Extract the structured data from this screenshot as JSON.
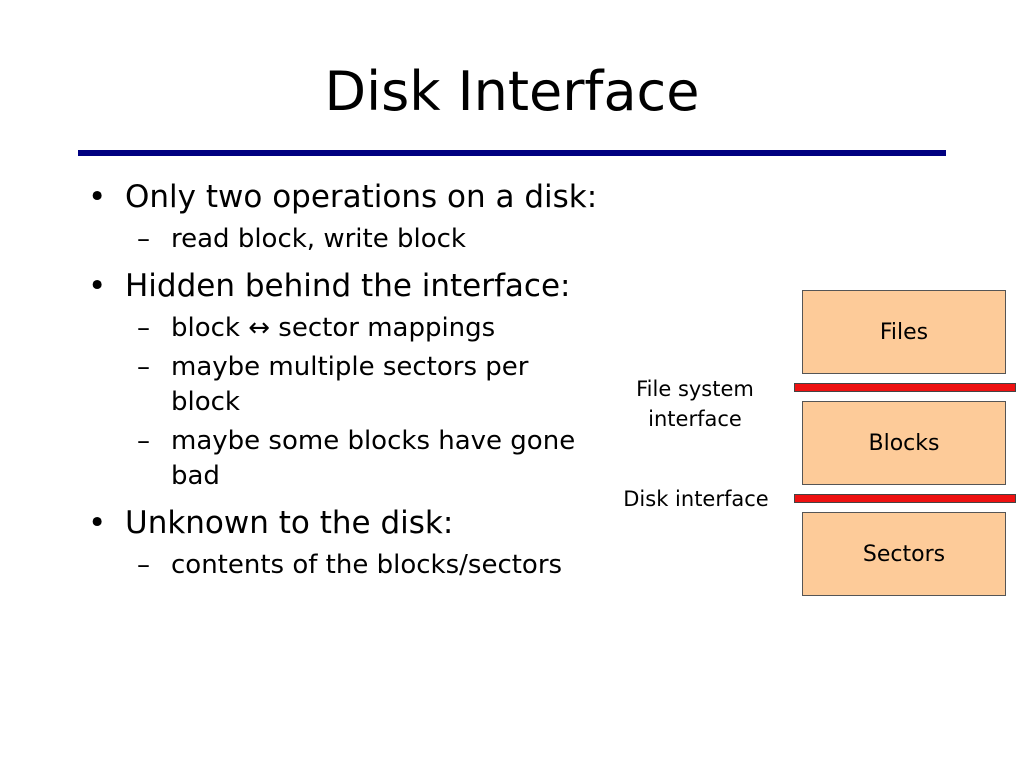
{
  "slide": {
    "title": "Disk Interface",
    "bullets": [
      {
        "text": "Only two operations on a disk:",
        "subs": [
          "read block, write block"
        ]
      },
      {
        "text": "Hidden behind the interface:",
        "subs": [
          "block ↔ sector mappings",
          "maybe multiple sectors per block",
          "maybe some blocks have gone bad"
        ]
      },
      {
        "text": "Unknown to the disk:",
        "subs": [
          "contents of the blocks/sectors"
        ]
      }
    ],
    "bullet_glyph": "•",
    "sub_glyph": "–"
  },
  "diagram": {
    "layers": [
      "Files",
      "Blocks",
      "Sectors"
    ],
    "interfaces": [
      "File system interface",
      "Disk interface"
    ]
  },
  "colors": {
    "title_rule": "#000080",
    "layer_fill": "#fdcb99",
    "interface_bar": "#ee1111"
  }
}
